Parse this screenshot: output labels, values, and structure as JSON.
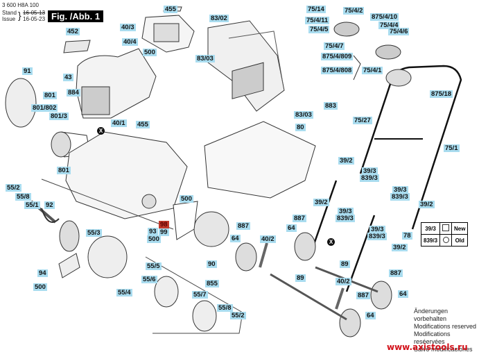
{
  "header": {
    "part_number": "3 600 H8A 100",
    "stand_label": "Stand",
    "issue_label": "Issue",
    "stand_date": "16-05-13",
    "issue_date": "16-05-23",
    "figure_label": "Fig. /Abb. 1"
  },
  "callouts": [
    {
      "id": "455a",
      "text": "455"
    },
    {
      "id": "452",
      "text": "452"
    },
    {
      "id": "40_3",
      "text": "40/3"
    },
    {
      "id": "40_4",
      "text": "40/4"
    },
    {
      "id": "500a",
      "text": "500"
    },
    {
      "id": "83_02",
      "text": "83/02"
    },
    {
      "id": "83_03a",
      "text": "83/03"
    },
    {
      "id": "83_03b",
      "text": "83/03"
    },
    {
      "id": "883",
      "text": "883"
    },
    {
      "id": "80",
      "text": "80"
    },
    {
      "id": "91",
      "text": "91"
    },
    {
      "id": "43",
      "text": "43"
    },
    {
      "id": "801a",
      "text": "801"
    },
    {
      "id": "884",
      "text": "884"
    },
    {
      "id": "801_802",
      "text": "801/802"
    },
    {
      "id": "801_3",
      "text": "801/3"
    },
    {
      "id": "40_1",
      "text": "40/1"
    },
    {
      "id": "455b",
      "text": "455"
    },
    {
      "id": "801b",
      "text": "801"
    },
    {
      "id": "75_14",
      "text": "75/14"
    },
    {
      "id": "75_4_2",
      "text": "75/4/2"
    },
    {
      "id": "75_4_11",
      "text": "75/4/11"
    },
    {
      "id": "875_4_10",
      "text": "875/4/10"
    },
    {
      "id": "75_4_5",
      "text": "75/4/5"
    },
    {
      "id": "75_4_4",
      "text": "75/4/4"
    },
    {
      "id": "75_4_6",
      "text": "75/4/6"
    },
    {
      "id": "75_4_7",
      "text": "75/4/7"
    },
    {
      "id": "875_4_809",
      "text": "875/4/809"
    },
    {
      "id": "875_4_808",
      "text": "875/4/808"
    },
    {
      "id": "75_4_1",
      "text": "75/4/1"
    },
    {
      "id": "875_18",
      "text": "875/18"
    },
    {
      "id": "75_27",
      "text": "75/27"
    },
    {
      "id": "75_1",
      "text": "75/1"
    },
    {
      "id": "39_2a",
      "text": "39/2"
    },
    {
      "id": "39_3a",
      "text": "39/3"
    },
    {
      "id": "839_3a",
      "text": "839/3"
    },
    {
      "id": "39_3b",
      "text": "39/3"
    },
    {
      "id": "839_3b",
      "text": "839/3"
    },
    {
      "id": "39_2b",
      "text": "39/2"
    },
    {
      "id": "39_2c",
      "text": "39/2"
    },
    {
      "id": "39_3c",
      "text": "39/3"
    },
    {
      "id": "839_3c",
      "text": "839/3"
    },
    {
      "id": "39_3d",
      "text": "39/3"
    },
    {
      "id": "839_3d",
      "text": "839/3"
    },
    {
      "id": "78",
      "text": "78"
    },
    {
      "id": "39_2d",
      "text": "39/2"
    },
    {
      "id": "55_2a",
      "text": "55/2"
    },
    {
      "id": "55_8a",
      "text": "55/8"
    },
    {
      "id": "55_1",
      "text": "55/1"
    },
    {
      "id": "92",
      "text": "92"
    },
    {
      "id": "55_3",
      "text": "55/3"
    },
    {
      "id": "94",
      "text": "94"
    },
    {
      "id": "500b",
      "text": "500"
    },
    {
      "id": "55_4",
      "text": "55/4"
    },
    {
      "id": "500c",
      "text": "500"
    },
    {
      "id": "98",
      "text": "98",
      "highlight": true
    },
    {
      "id": "93",
      "text": "93"
    },
    {
      "id": "99",
      "text": "99"
    },
    {
      "id": "500d",
      "text": "500"
    },
    {
      "id": "887a",
      "text": "887"
    },
    {
      "id": "64a",
      "text": "64"
    },
    {
      "id": "90",
      "text": "90"
    },
    {
      "id": "887b",
      "text": "887"
    },
    {
      "id": "64b",
      "text": "64"
    },
    {
      "id": "40_2a",
      "text": "40/2"
    },
    {
      "id": "89a",
      "text": "89"
    },
    {
      "id": "89b",
      "text": "89"
    },
    {
      "id": "40_2b",
      "text": "40/2"
    },
    {
      "id": "55_5",
      "text": "55/5"
    },
    {
      "id": "55_6",
      "text": "55/6"
    },
    {
      "id": "855",
      "text": "855"
    },
    {
      "id": "55_7",
      "text": "55/7"
    },
    {
      "id": "55_8b",
      "text": "55/8"
    },
    {
      "id": "55_2b",
      "text": "55/2"
    },
    {
      "id": "887c",
      "text": "887"
    },
    {
      "id": "64c",
      "text": "64"
    },
    {
      "id": "887d",
      "text": "887"
    },
    {
      "id": "64d",
      "text": "64"
    }
  ],
  "x_marker": "X",
  "legend": {
    "rows": [
      {
        "part": "39/3",
        "symbol": "square",
        "status": "New"
      },
      {
        "part": "839/3",
        "symbol": "circle",
        "status": "Old"
      }
    ]
  },
  "notes": [
    "Änderungen vorbehalten",
    "Modifications reserved",
    "Modifications reséervées",
    "Salvo modificaciones"
  ],
  "watermark": "www.axistools.ru",
  "colors": {
    "callout_bg": "#a9dcef",
    "callout_highlight": "#c0392b",
    "watermark": "#d3111a"
  }
}
